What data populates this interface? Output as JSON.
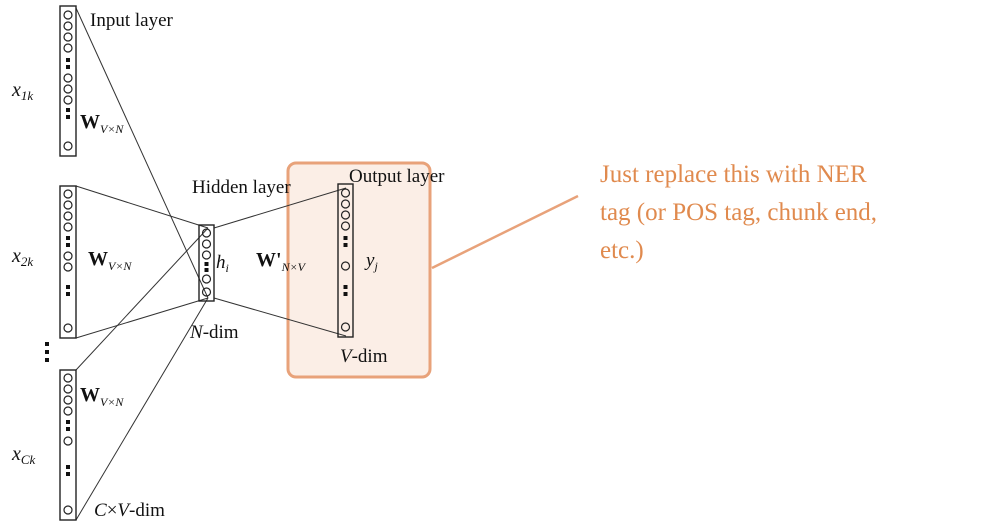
{
  "labels": {
    "input_layer": "Input layer",
    "hidden_layer": "Hidden layer",
    "output_layer": "Output layer",
    "x1k": "x",
    "x1k_sub": "1k",
    "x2k": "x",
    "x2k_sub": "2k",
    "xck": "x",
    "xck_sub": "Ck",
    "w_main": "W",
    "w_sub": "V×N",
    "w_prime": "W'",
    "w_prime_sub": "N×V",
    "h_main": "h",
    "h_sub": "i",
    "y_main": "y",
    "y_sub": "j",
    "n_dim_italic": "N",
    "n_dim_rest": "-dim",
    "v_dim_italic": "V",
    "v_dim_rest": "-dim",
    "cv_dim_c": "C",
    "cv_dim_times": "×",
    "cv_dim_v": "V",
    "cv_dim_rest": "-dim"
  },
  "annotation": {
    "line1": "Just replace this with NER",
    "line2": "tag (or POS tag, chunk end,",
    "line3": "etc.)"
  },
  "colors": {
    "accent": "#e08a4e",
    "highlight_fill": "#fbeee6"
  }
}
